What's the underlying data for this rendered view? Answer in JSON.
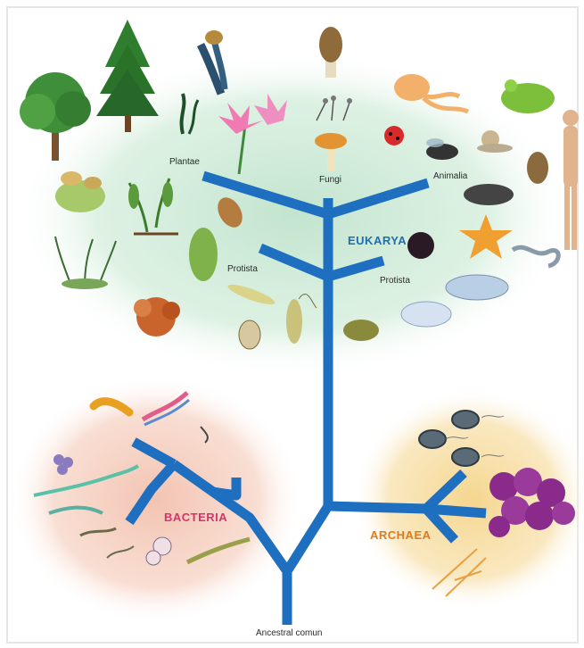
{
  "diagram": {
    "root_label": "Ancestral comun",
    "domains": {
      "eukarya": {
        "name": "EUKARYA",
        "color": "#1e6fb0"
      },
      "bacteria": {
        "name": "BACTERIA",
        "color": "#d6336c"
      },
      "archaea": {
        "name": "ARCHAEA",
        "color": "#e07a1a"
      }
    },
    "kingdoms": {
      "plantae": "Plantae",
      "fungi": "Fungi",
      "animalia": "Animalia",
      "protista_left": "Protista",
      "protista_right": "Protista"
    },
    "colors": {
      "branch": "#1e6fc0",
      "eukarya_bg": "#cfe8d6",
      "bacteria_bg": "#f4c9b8",
      "archaea_bg": "#f7dca0"
    }
  }
}
